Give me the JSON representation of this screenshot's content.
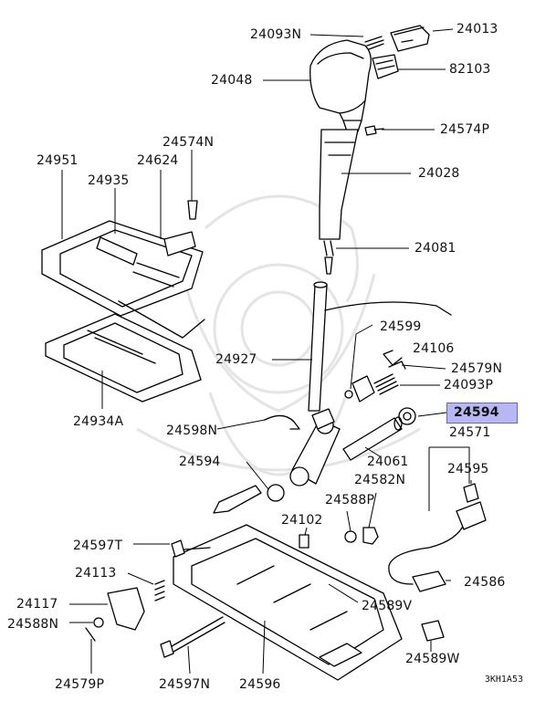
{
  "highlighted_part": "24594",
  "diagram_code": "3KH1A53",
  "labels": {
    "p24093N_top": "24093N",
    "p24013": "24013",
    "p24048": "24048",
    "p82103": "82103",
    "p24574P": "24574P",
    "p24574N": "24574N",
    "p24951": "24951",
    "p24624": "24624",
    "p24935": "24935",
    "p24028": "24028",
    "p24081": "24081",
    "p24599": "24599",
    "p24106": "24106",
    "p24927": "24927",
    "p24579N": "24579N",
    "p24093P": "24093P",
    "p24934A": "24934A",
    "p24594_hl": "24594",
    "p24571": "24571",
    "p24598N": "24598N",
    "p24061": "24061",
    "p24594_left": "24594",
    "p24595": "24595",
    "p24582N": "24582N",
    "p24588P": "24588P",
    "p24102": "24102",
    "p24597T": "24597T",
    "p24113": "24113",
    "p24586": "24586",
    "p24117": "24117",
    "p24589V": "24589V",
    "p24588N": "24588N",
    "p24589W": "24589W",
    "p24579P": "24579P",
    "p24597N": "24597N",
    "p24596": "24596"
  }
}
